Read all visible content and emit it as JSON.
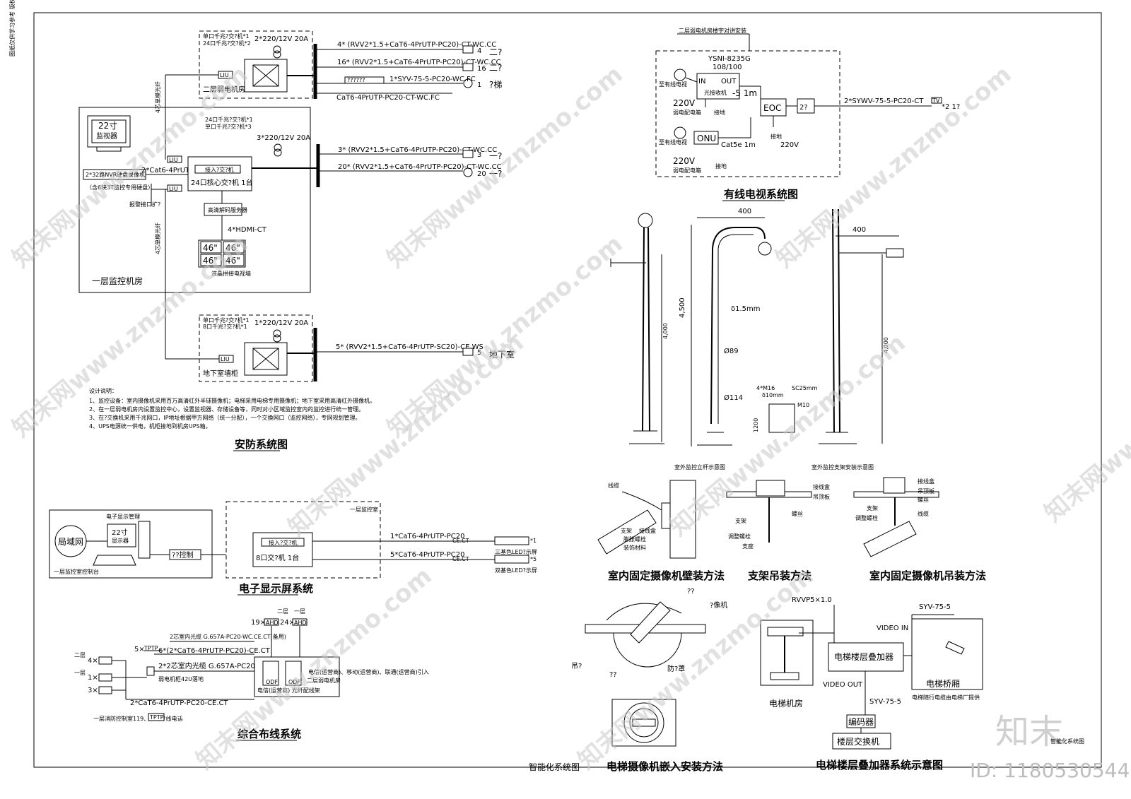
{
  "security": {
    "title": "安防系统图",
    "room2_label1": "单口千兆?交?机*1",
    "room2_label2": "24口千兆?交?机*2",
    "room2_power": "2*220/12V 20A",
    "room2_name": "二层弱电机房",
    "liu": "LIU",
    "riser": "4芯单模光纤",
    "line_a": "4* (RVV2*1.5+CaT6-4PrUTP-PC20)-CT-WC.CC",
    "line_b": "16* (RVV2*1.5+CaT6-4PrUTP-PC20)-CT-WC.CC",
    "line_c": "1*SYV-75-5-PC20-WC.FC",
    "line_d": "CaT6-4PrUTP-PC20-CT-WC.FC",
    "tag_c": "??????",
    "end_a_num": "4",
    "end_a_txt": "二?",
    "end_b_num": "16",
    "end_b_txt": "二?",
    "end_c_num": "1",
    "end_c_txt": "?梯",
    "monitor": "22寸",
    "monitor2": "监视器",
    "nvr": "2*32路NVR硬盘录像机",
    "nvr_note": "（含6块3T监控专用硬盘）",
    "cat6": "2*Cat6-4PrUTP",
    "core_label": "24口千兆?交?机*1",
    "core_label2": "单口千兆?交?机*3",
    "core_power": "3*220/12V 20A",
    "access_sw": "接入?交?机",
    "core_sw": "24口核心交?机 1台",
    "decoder": "高清解码服务器",
    "interface": "报警接口扩?",
    "hdmi": "4*HDMI-CT",
    "screen": "46\"",
    "wall_caption": "液晶拼接电视墙",
    "line_e": "3* (RVV2*1.5+CaT6-4PrUTP-PC20)-CT-WC.CC",
    "line_f": "20* (RVV2*1.5+CaT6-4PrUTP-PC20)-CT-WC.CC",
    "end_e_num": "3",
    "end_e_txt": "一?",
    "end_f_num": "20",
    "end_f_txt": "一?",
    "room1_name": "一层监控机房",
    "base_label1": "单口千兆?交?机*1",
    "base_label2": "8口千兆?交?机*1",
    "base_power": "1*220/12V 20A",
    "line_g": "5* (RVV2*1.5+CaT6-4PrUTP-SC20)-CE.WS",
    "end_g_num": "5",
    "end_g_txt": "地下室",
    "base_name": "地下室墙柜",
    "notes_title": "设计说明：",
    "notes": [
      "1、监控设备：室内摄像机采用百万高清红外半球摄像机；电梯采用电梯专用摄像机；地下室采用高清红外摄像机。",
      "2、在一层弱电机房内设置监控中心，设置监视器、存储设备等，同时对小区域监控室内的监控进行统一管理。",
      "3、在?交换机采用千兆网口，IP地址根据甲方网络（统一分配），一个交换网口（监控网络），专网规划管理。",
      "4、UPS电源统一供电，机柜接地到机房UPS箱。"
    ]
  },
  "led": {
    "title": "电子显示屏系统",
    "lan": "局域网",
    "pc_title": "电子显示管理",
    "monitor": "22寸",
    "monitor2": "显示器",
    "console": "一层监控室控制台",
    "control": "??控制",
    "room": "一层监控室",
    "switch_tag": "接入?交?机",
    "switch": "8口交?机 1台",
    "line1": "1*CaT6-4PrUTP-PC20",
    "line1b": "CE.CT",
    "line2": "5*CaT6-4PrUTP-PC20",
    "line2b": "CE.CT",
    "end1": "*1",
    "end1_txt": "三基色LED?示屏",
    "end2": "*5",
    "end2_txt": "双基色LED?示屏"
  },
  "cabling": {
    "title": "综合布线系统",
    "f2": "二层",
    "f1": "一层",
    "ahd1": "19×",
    "ahd2": "24×",
    "ahd": "AHD",
    "fiber1": "2芯室内光缆 G.657A-PC20-WC.CE.CT(备用)",
    "n5": "5×",
    "tp": "TPTP",
    "cat_a": "6*(2*CaT6-4PrUTP-PC20)-CE.CT",
    "fiber2": "2*2芯室内光缆 G.657A-PC20-WC.CE.CT",
    "rack": "弱电机柜42U落地",
    "n4": "4×",
    "n1": "1×",
    "n3": "3×",
    "cat_b": "2*CaT6-4PrUTP-PC20-CE.CT",
    "carrier": "电信(运营商)、移动(运营商)、联通(运营商)引入",
    "room": "二层弱电机房",
    "odf": "ODF",
    "odf_cap": "电信(运营商) 光纤配线架",
    "fire": "一层消防控制室119、110专线电话",
    "tp2": "TPTP"
  },
  "catv": {
    "title": "有线电视系统图",
    "header": "二层弱电机房楼宇对讲安装",
    "model": "YSNI-8235G",
    "model2": "108/100",
    "in": "IN",
    "out": "OUT",
    "fiber_in": "至有线电视",
    "power": "220V",
    "power_note": "弱电配电箱",
    "laser": "光接收机",
    "gain": "-5 1m",
    "ground": "接地",
    "onu": "ONU",
    "cat5e": "Cat5e 1m",
    "eoc": "EOC",
    "split": "2?",
    "line": "2*SYWV-75-5-PC20-CT",
    "end": "*2 1?",
    "tv": "TV",
    "v220": "220V"
  },
  "poles": {
    "caption1": "室外监控立杆示意图",
    "caption2": "室外监控支架安装示意图",
    "d400a": "400",
    "d400b": "400",
    "h4500": "4,500",
    "h4000a": "4,000",
    "h4000b": "4,000",
    "d15": "δ1.5mm",
    "d89": "Ø89",
    "d114": "Ø114",
    "bolt": "4*M16",
    "sc": "SC25mm",
    "d10": "δ10mm",
    "m10": "M10",
    "h1200": "1200"
  },
  "mounts": {
    "wall_title": "室内固定摄像机壁装方法",
    "bracket_title": "支架吊装方法",
    "ceil_title": "室内固定摄像机吊装方法",
    "wall_l1": "线缆",
    "wall_l2": "支架",
    "wall_l3": "膨胀螺栓",
    "wall_l4": "装饰材料",
    "wall_l5": "接线盒",
    "br_l1": "接线盒",
    "br_l2": "吊顶板",
    "br_l3": "螺丝",
    "br_l4": "支架",
    "br_l5": "调整螺栓",
    "br_l6": "支座",
    "ce_l1": "接线盒",
    "ce_l2": "吊顶板",
    "ce_l3": "螺丝",
    "ce_l4": "支架",
    "ce_l5": "调整螺栓",
    "ce_l6": "线缆"
  },
  "elevcam": {
    "title": "电梯摄像机嵌入安装方法",
    "l1": "??",
    "l2": "?像机",
    "l3": "吊?",
    "l4": "??",
    "l5": "防?罩"
  },
  "overlay": {
    "title": "电梯楼层叠加器系统示意图",
    "rvvp": "RVVP5×1.0",
    "syv1": "SYV-75-5",
    "video_in": "VIDEO IN",
    "adder": "电梯楼层叠加器",
    "video_out": "VIDEO OUT",
    "syv2": "SYV-75-5",
    "encoder": "编码器",
    "floor_sw": "楼层交换机",
    "machine": "电梯机房",
    "car": "电梯桥厢",
    "car_note": "电梯随行电缆由电梯厂提供"
  },
  "footer": {
    "sys": "智能化系统图",
    "brand": "知末",
    "brand_sub": "智能化系统图",
    "id": "ID: 1180530544"
  },
  "watermark": "知末网www.znzmo.com",
  "side_note": "图纸仅供学习参考 版权归原作者所有"
}
